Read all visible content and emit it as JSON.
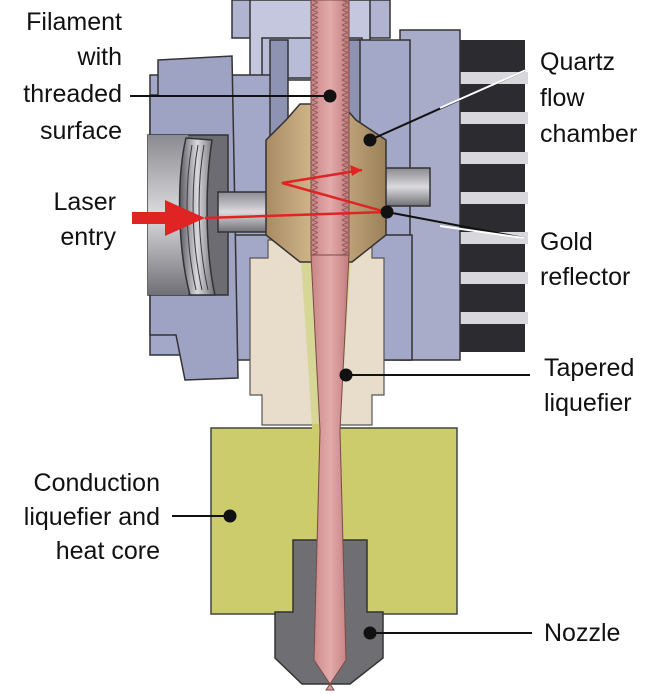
{
  "labels": {
    "filament": [
      "Filament",
      "with",
      "threaded",
      "surface"
    ],
    "laser": [
      "Laser",
      "entry"
    ],
    "quartz": [
      "Quartz",
      "flow",
      "chamber"
    ],
    "gold": [
      "Gold",
      "reflector"
    ],
    "tapered": [
      "Tapered",
      "liquefier"
    ],
    "conduction": [
      "Conduction",
      "liquefier and",
      "heat core"
    ],
    "nozzle": [
      "Nozzle"
    ]
  },
  "colors": {
    "housing": "#a3a7c8",
    "housing_dark": "#7f83a6",
    "heatsink": "#2b2b30",
    "filament": "#d89c9c",
    "quartz": "#c8aa80",
    "tapered": "#e8dccb",
    "heat_core": "#cccc6c",
    "nozzle": "#6f6f73",
    "laser": "#e02424",
    "outline": "#222222"
  }
}
